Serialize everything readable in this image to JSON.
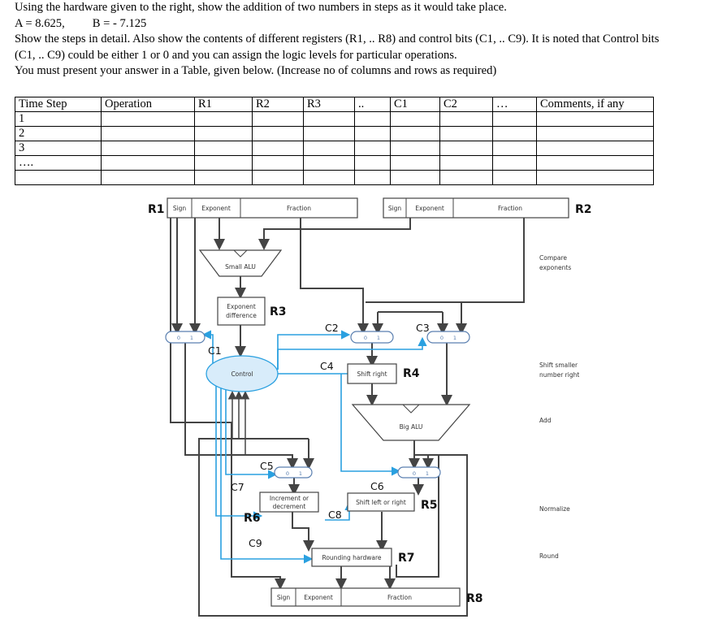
{
  "question": {
    "line1": "Using the hardware given to the right, show the addition of two numbers in steps as it would take place.",
    "a_value": "A = 8.625,",
    "b_value": "B = - 7.125",
    "line3": "Show the steps in detail. Also show the contents of different registers (R1, .. R8) and control bits (C1, .. C9). It is noted that Control bits",
    "line4": "(C1, .. C9) could be either 1 or 0 and you can assign the logic levels for particular operations.",
    "line5": "You must present your answer in a Table, given below. (Increase no of columns and rows as required)"
  },
  "table": {
    "headers": [
      "Time Step",
      "Operation",
      "R1",
      "R2",
      "R3",
      "..",
      "C1",
      "C2",
      "…",
      "Comments, if any"
    ],
    "rows": [
      [
        "1"
      ],
      [
        "2"
      ],
      [
        "3"
      ],
      [
        "…."
      ],
      [
        ""
      ]
    ]
  },
  "diagram": {
    "registers": {
      "r1": "R1",
      "r2": "R2",
      "r3": "R3",
      "r4": "R4",
      "r5": "R5",
      "r6": "R6",
      "r7": "R7",
      "r8": "R8"
    },
    "controls": {
      "c1": "C1",
      "c2": "C2",
      "c3": "C3",
      "c4": "C4",
      "c5": "C5",
      "c6": "C6",
      "c7": "C7",
      "c8": "C8",
      "c9": "C9"
    },
    "fields": {
      "sign": "Sign",
      "exponent": "Exponent",
      "fraction": "Fraction"
    },
    "units": {
      "small_alu": "Small ALU",
      "exp_diff_1": "Exponent",
      "exp_diff_2": "difference",
      "control": "Control",
      "shift_right": "Shift right",
      "big_alu": "Big ALU",
      "inc_dec_1": "Increment or",
      "inc_dec_2": "decrement",
      "shift_lr": "Shift left or right",
      "rounding": "Rounding hardware"
    },
    "mux": {
      "zero": "0",
      "one": "1"
    },
    "side_labels": {
      "compare_1": "Compare",
      "compare_2": "exponents",
      "shift_1": "Shift smaller",
      "shift_2": "number right",
      "add": "Add",
      "normalize": "Normalize",
      "round": "Round"
    },
    "colors": {
      "wire": "#444444",
      "control_wire": "#2aa0e0",
      "control_fill": "#d8ecfa"
    }
  }
}
